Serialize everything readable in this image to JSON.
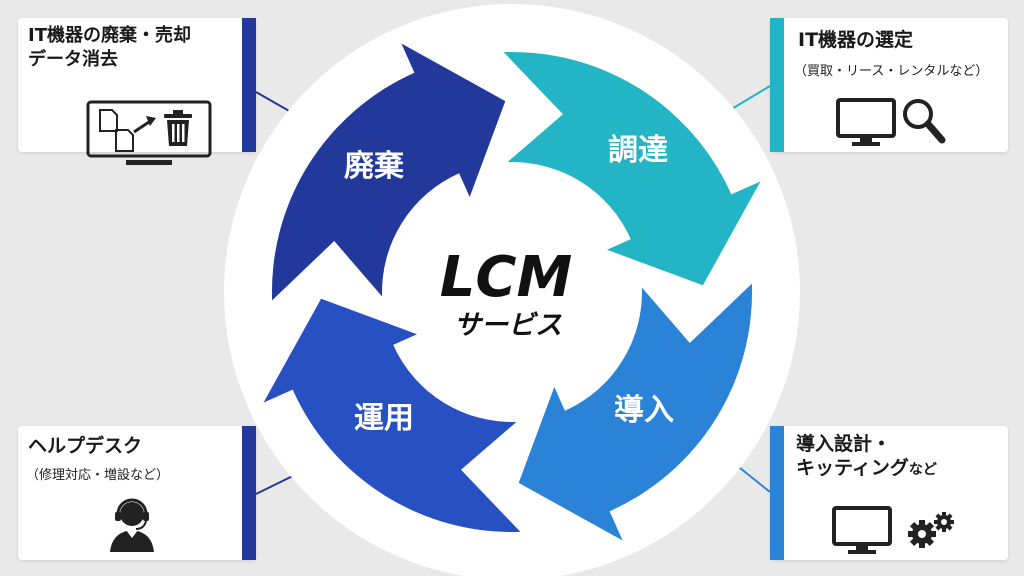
{
  "center": {
    "title": "LCM",
    "subtitle": "サービス"
  },
  "phases": {
    "disposal": "廃棄",
    "procurement": "調達",
    "introduction": "導入",
    "operation": "運用"
  },
  "cards": {
    "top_left": {
      "line1": "IT機器の廃棄・売却",
      "line2": "データ消去"
    },
    "top_right": {
      "title": "IT機器の選定",
      "subtitle": "（買取・リース・レンタルなど）"
    },
    "bottom_left": {
      "title": "ヘルプデスク",
      "subtitle": "（修理対応・増設など）"
    },
    "bottom_right": {
      "line1": "導入設計・",
      "line2_main": "キッティング",
      "line2_small": "など"
    }
  },
  "colors": {
    "background": "#e9e9ea",
    "disposal": "#22389a",
    "procurement": "#23b4c6",
    "introduction": "#2b83d8",
    "operation": "#2750c2"
  }
}
